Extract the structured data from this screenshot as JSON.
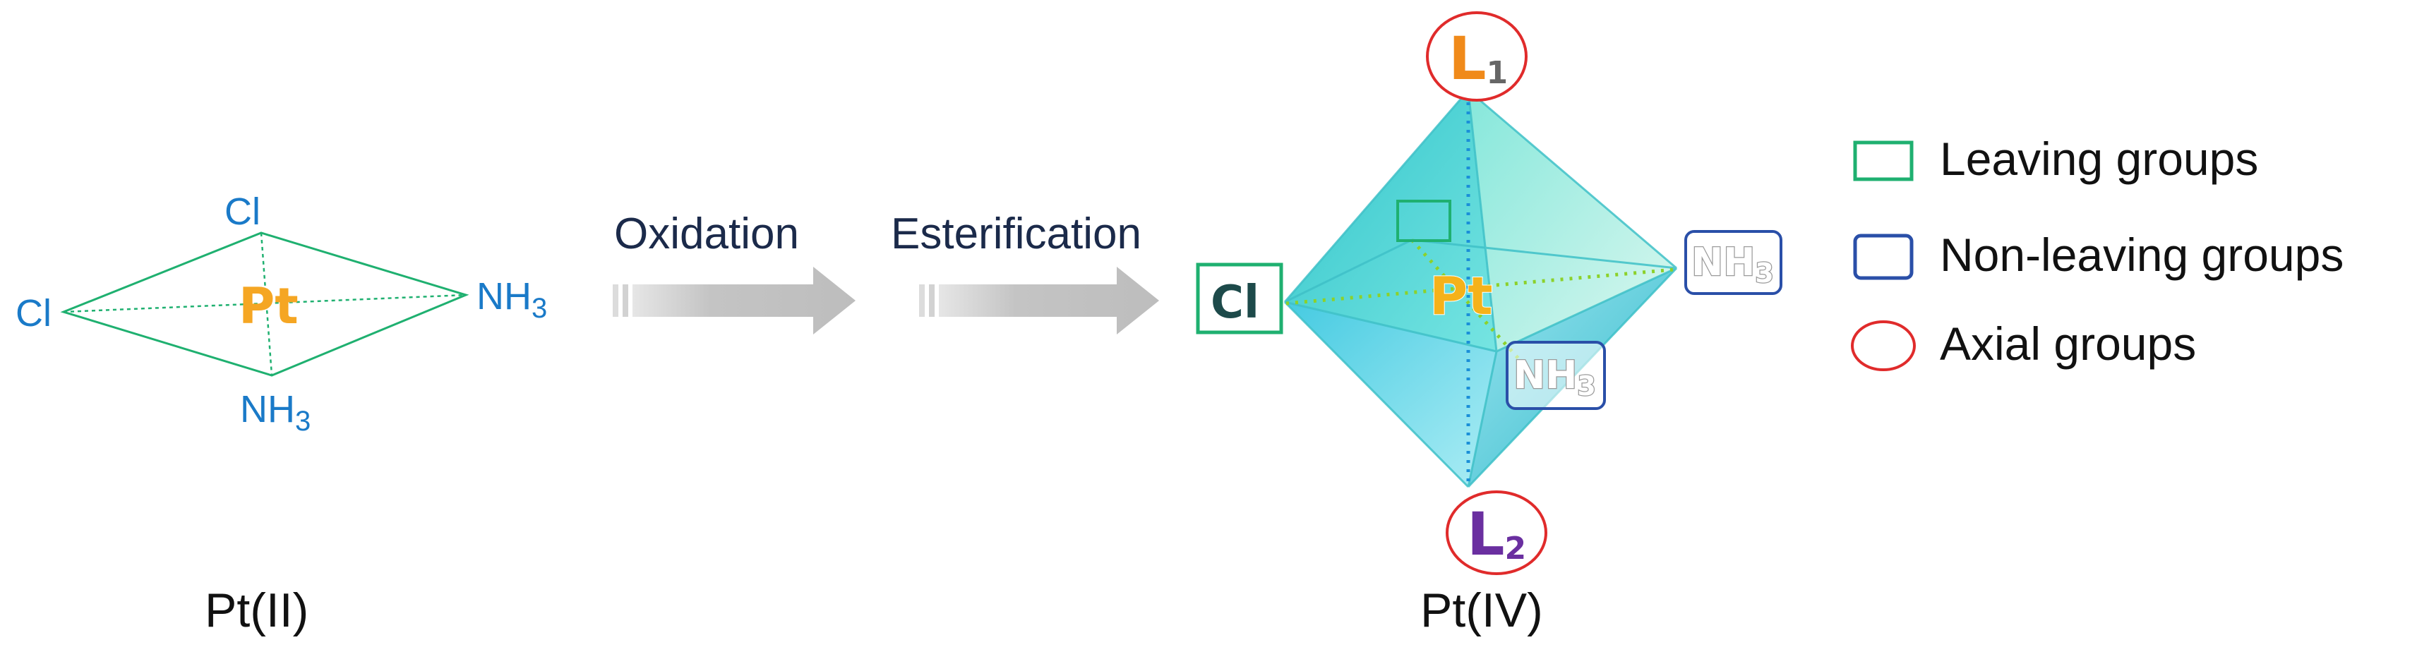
{
  "colors": {
    "blue_text": "#1a7ac8",
    "pt_orange": "#f5a623",
    "leaving_green": "#1fb070",
    "nonleaving_blue": "#2a4fa8",
    "axial_red": "#e02b2b",
    "arrow_gray": "#c4c4c4",
    "label_dark": "#1b2a4a",
    "l1_orange": "#f08a1a",
    "l2_purple": "#6a2fa0"
  },
  "pt2": {
    "top_ligand": "Cl",
    "left_ligand": "Cl",
    "right_ligand_main": "NH",
    "right_ligand_sub": "3",
    "bottom_ligand_main": "NH",
    "bottom_ligand_sub": "3",
    "center": "Pt",
    "caption": "Pt(II)"
  },
  "steps": {
    "oxidation": "Oxidation",
    "esterification": "Esterification"
  },
  "pt4": {
    "center": "Pt",
    "left_ligand": "Cl",
    "right_ligand_main": "NH",
    "right_ligand_sub": "3",
    "front_ligand_main": "NH",
    "front_ligand_sub": "3",
    "axial_top_main": "L",
    "axial_top_sub": "1",
    "axial_bottom_main": "L",
    "axial_bottom_sub": "2",
    "caption": "Pt(IV)"
  },
  "legend": {
    "leaving": "Leaving groups",
    "nonleaving": "Non-leaving groups",
    "axial": "Axial groups"
  }
}
